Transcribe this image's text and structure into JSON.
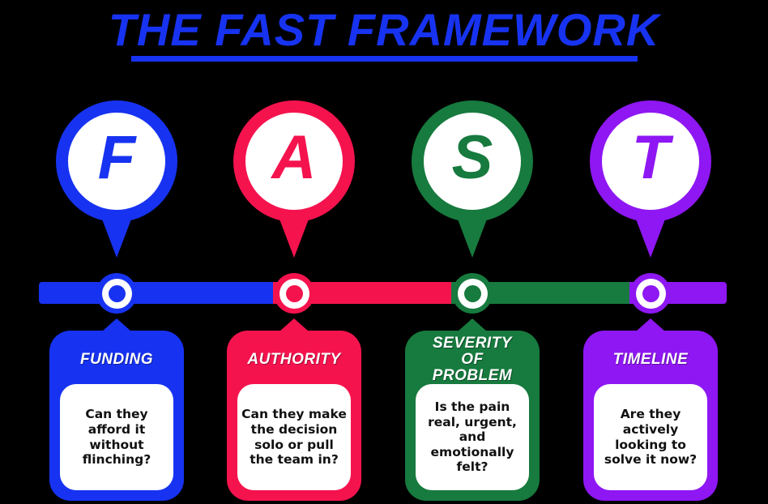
{
  "title": {
    "text": "THE FAST FRAMEWORK"
  },
  "colors": {
    "background": "#000000",
    "title_blue": "#1733f1",
    "card_text": "#111111",
    "white": "#ffffff"
  },
  "columns": [
    {
      "key": "funding",
      "letter": "F",
      "label": "FUNDING",
      "question": "Can they afford it without flinching?",
      "color": "#1733f1"
    },
    {
      "key": "authority",
      "letter": "A",
      "label": "AUTHORITY",
      "question": "Can they make the decision solo or pull the team in?",
      "color": "#f5134e"
    },
    {
      "key": "severity",
      "letter": "S",
      "label": "SEVERITY OF PROBLEM",
      "question": "Is the pain real, urgent, and emotionally felt?",
      "color": "#177a3e"
    },
    {
      "key": "timeline",
      "letter": "T",
      "label": "TIMELINE",
      "question": "Are they actively looking to solve it now?",
      "color": "#8e17f3"
    }
  ]
}
